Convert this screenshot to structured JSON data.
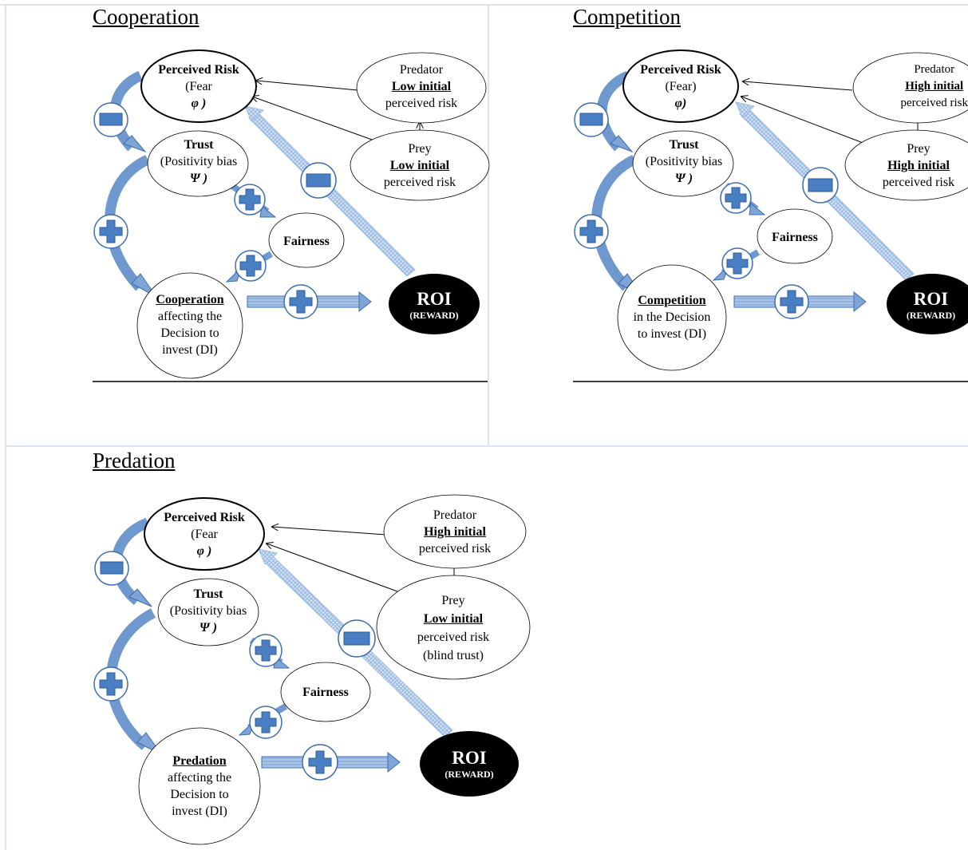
{
  "panels": {
    "cooperation": {
      "title": "Cooperation",
      "risk": [
        "Perceived Risk",
        "(Fear",
        "φ )"
      ],
      "trust": [
        "Trust",
        "(Positivity bias",
        "Ψ )"
      ],
      "fairness": "Fairness",
      "decision": [
        "Cooperation",
        "affecting the",
        "Decision to",
        "invest (DI)"
      ],
      "predator": [
        "Predator",
        "Low initial",
        "perceived risk"
      ],
      "prey": [
        "Prey",
        "Low initial",
        "perceived risk"
      ],
      "roi": [
        "ROI",
        "(REWARD)"
      ]
    },
    "competition": {
      "title": "Competition",
      "risk": [
        "Perceived Risk",
        "(Fear)",
        "φ)"
      ],
      "trust": [
        "Trust",
        "(Positivity bias",
        "Ψ )"
      ],
      "fairness": "Fairness",
      "decision": [
        "Competition",
        "in the Decision",
        "to invest (DI)"
      ],
      "predator": [
        "Predator",
        "High initial",
        "perceived risk"
      ],
      "prey": [
        "Prey",
        "High initial",
        "perceived risk"
      ],
      "roi": [
        "ROI",
        "(REWARD)"
      ]
    },
    "predation": {
      "title": "Predation",
      "risk": [
        "Perceived Risk",
        "(Fear",
        "φ )"
      ],
      "trust": [
        "Trust",
        "(Positivity bias",
        "Ψ )"
      ],
      "fairness": "Fairness",
      "decision": [
        "Predation",
        "affecting the",
        "Decision to",
        "invest (DI)"
      ],
      "predator": [
        "Predator",
        "High initial",
        "perceived risk"
      ],
      "prey": [
        "Prey",
        "Low initial",
        "perceived risk",
        "(blind trust)"
      ],
      "roi": [
        "ROI",
        "(REWARD)"
      ]
    }
  },
  "colors": {
    "arrow_fill": "#7fa5d6",
    "arrow_stroke": "#3f6fb0",
    "sign_fill": "#4a7fc4",
    "hatch": "#9fbde2",
    "roi_fill": "#000000",
    "frame": "#dde3ea"
  }
}
